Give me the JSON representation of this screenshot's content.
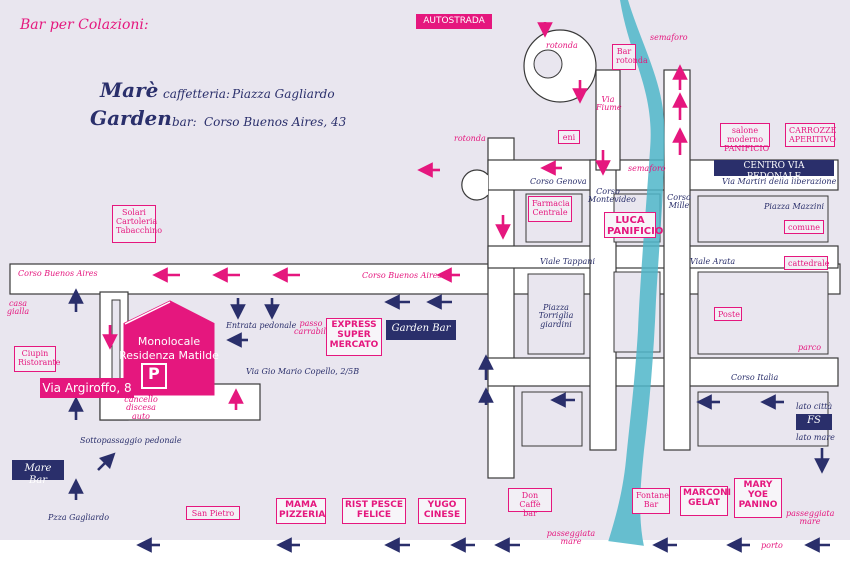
{
  "header": {
    "title": "Bar per Colazioni:",
    "bars": [
      {
        "name": "Marè",
        "type": "caffetteria:",
        "address": "Piazza Gagliardo"
      },
      {
        "name": "Garden",
        "type": "bar:",
        "address": "Corso Buenos Aires, 43"
      }
    ]
  },
  "highways": {
    "autostrada": "AUTOSTRADA"
  },
  "streets": {
    "corso_buenos_aires_1": "Corso Buenos Aires",
    "corso_buenos_aires_2": "Corso Buenos Aires",
    "corso_genova": "Corso Genova",
    "corso_montevideo": "Corso Montevideo",
    "corso_mille": "Corso Mille",
    "viale_tappani": "Viale Tappani",
    "viale_arata": "Viale Arata",
    "corso_italia": "Corso Italia",
    "via_fiume": "Via Fiume",
    "via_gio_mario_copello": "Via Gio Mario Copello, 2/5B",
    "via_martiri": "Via Martiri della liberazione",
    "piazza_mazzini": "Piazza Mazzini",
    "piazza_torriglia": "Piazza Torriglia giardini",
    "pzza_gagliardo": "Pzza Gagliardo",
    "rotonda_top": "rotonda",
    "rotonda_left": "rotonda",
    "semaforo_top": "semaforo",
    "semaforo_mid": "semaforo",
    "casa_gialla": "casa gialla",
    "entrata_pedonale": "Entrata pedonale",
    "passo_carrabile": "passo carrabile",
    "cancello": "cancello discesa auto",
    "sottopassaggio": "Sottopassaggio pedonale",
    "passeggiata_mare_1": "passeggiata mare",
    "passeggiata_mare_2": "passeggiata mare",
    "porto": "porto",
    "parco": "parco",
    "lato_citta": "lato città",
    "lato_mare": "lato mare"
  },
  "pois": {
    "bar_rotonda": "Bar rotonda",
    "eni": "eni",
    "solari": "Solari Cartoleria Tabacchino",
    "farmacia": "Farmacia Centrale",
    "luca_panificio": "LUCA PANIFICIO",
    "salone_moderno": "salone moderno PANIFICIO",
    "carrozze": "CARROZZE APERITIVO",
    "centro_pedonale": "CENTRO VIA PEDONALE",
    "comune": "comune",
    "cattedrale": "cattedrale",
    "poste": "Poste",
    "express": "EXPRESS SUPER MERCATO",
    "garden_bar": "Garden Bar",
    "ciupin": "Ciupin Ristorante",
    "fs": "FS",
    "mare_bar": "Mare Bar",
    "san_pietro": "San Pietro",
    "mama_pizzeria": "MAMA PIZZERIA",
    "rist_pesce": "RIST PESCE FELICE",
    "yugo_cinese": "YUGO CINESE",
    "don_caffe": "Don Caffè bar",
    "fontane_bar": "Fontane Bar",
    "marconi_gelat": "MARCONI GELAT",
    "mary_yoe": "MARY YOE PANINO"
  },
  "residence": {
    "title_1": "Monolocale",
    "title_2": "Residenza Matilde",
    "parking": "P",
    "address": "Via Argiroffo, 8"
  },
  "colors": {
    "pink": "#e5177e",
    "navy": "#2a2f6b",
    "road": "#ffffff",
    "sea": "#4fb6c9",
    "background": "#e9e6ef"
  }
}
